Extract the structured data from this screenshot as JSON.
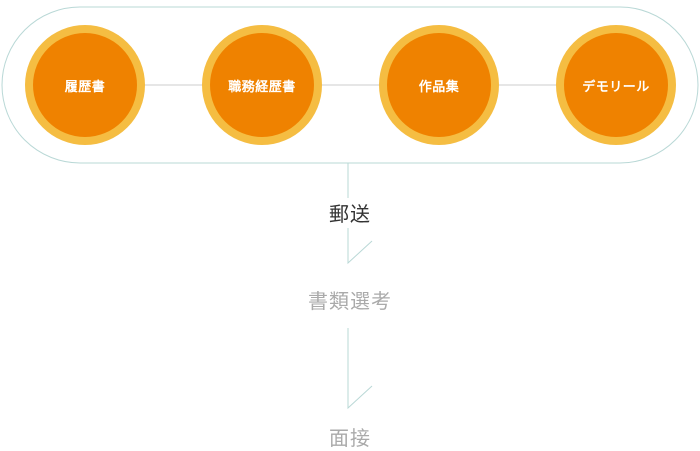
{
  "documents": [
    {
      "label": "履歴書"
    },
    {
      "label": "職務経歴書"
    },
    {
      "label": "作品集"
    },
    {
      "label": "デモリール"
    }
  ],
  "steps": [
    {
      "label": "郵送",
      "active": true
    },
    {
      "label": "書類選考",
      "active": false
    },
    {
      "label": "面接",
      "active": false
    }
  ],
  "colors": {
    "circle_ring": "#f5bd42",
    "circle_fill": "#ef8200",
    "circle_text": "#ffffff",
    "outline": "#b9d8d6",
    "connector": "#cccccc",
    "step_active": "#333333",
    "step_inactive": "#aaaaaa"
  }
}
